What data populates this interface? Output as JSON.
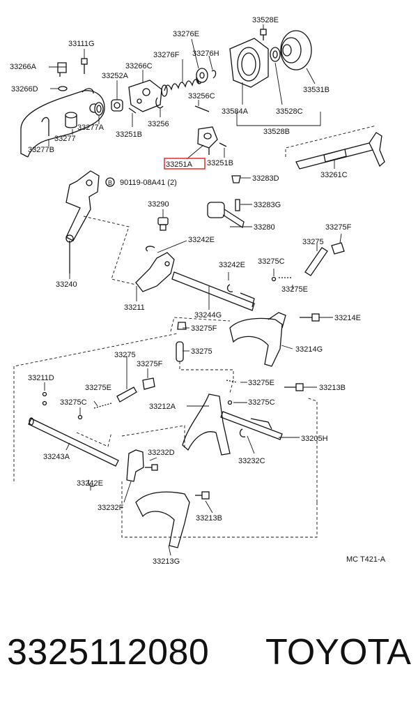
{
  "highlight_color": "#e53935",
  "diagram_code": "MC  T421-A",
  "caption": {
    "part_number": "3325112080",
    "brand": "TOYOTA"
  },
  "labels": {
    "l33528E": "33528E",
    "l33276E": "33276E",
    "l33111G": "33111G",
    "l33276F": "33276F",
    "l33276H": "33276H",
    "l33266A": "33266A",
    "l33266C": "33266C",
    "l33252A": "33252A",
    "l33266D": "33266D",
    "l33256C": "33256C",
    "l33531B": "33531B",
    "l33584A": "33584A",
    "l33528C": "33528C",
    "l33277A": "33277A",
    "l33251B": "33251B",
    "l33256": "33256",
    "l33277": "33277",
    "l33528B": "33528B",
    "l33277B": "33277B",
    "l33251A": "33251A",
    "l33251B2": "33251B",
    "l33261C": "33261C",
    "bolt": "90119-08A41 (2)",
    "l33283D": "33283D",
    "l33290": "33290",
    "l33283G": "33283G",
    "l33280": "33280",
    "l33275F": "33275F",
    "l33242E": "33242E",
    "l33275": "33275",
    "l33242E2": "33242E",
    "l33275C": "33275C",
    "l33240": "33240",
    "l33275E": "33275E",
    "l33211": "33211",
    "l33244G": "33244G",
    "l33214E": "33214E",
    "l33275F2": "33275F",
    "l33214G": "33214G",
    "l33275b": "33275",
    "l33275c": "33275",
    "l33275F3": "33275F",
    "l33211D": "33211D",
    "l33275E2": "33275E",
    "l33275E3": "33275E",
    "l33213B": "33213B",
    "l33275C2": "33275C",
    "l33212A": "33212A",
    "l33275C3": "33275C",
    "l33205H": "33205H",
    "l33243A": "33243A",
    "l33232D": "33232D",
    "l33232C": "33232C",
    "l33242E3": "33242E",
    "l33232F": "33232F",
    "l33213B2": "33213B",
    "l33213G": "33213G"
  }
}
